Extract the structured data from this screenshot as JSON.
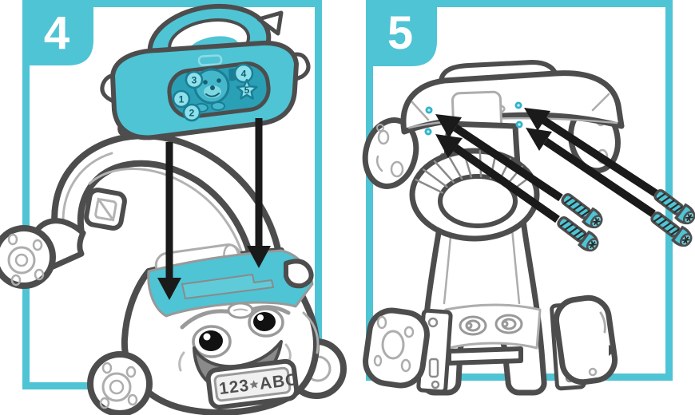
{
  "colors": {
    "accent_teal": "#4ec4d5",
    "teal_dark": "#2aa0b6",
    "teal_deep": "#1b7e95",
    "outline_dark": "#4d4d4d",
    "outline_light": "#b0b0b0",
    "arrow_black": "#1a1a1a",
    "background": "#ffffff"
  },
  "panel4": {
    "step_number": "4",
    "activity_panel": {
      "buttons": [
        "1",
        "2",
        "3",
        "4",
        "5"
      ]
    },
    "car": {
      "license_plate": {
        "numbers": "123",
        "letters": "ABC",
        "separator_icon": "star"
      }
    },
    "arrows": {
      "count": 2,
      "direction": "down"
    }
  },
  "panel5": {
    "step_number": "5",
    "screws": {
      "count": 4
    },
    "screw_holes": {
      "count": 4
    },
    "arrows": {
      "count": 4,
      "direction": "up-left"
    }
  }
}
